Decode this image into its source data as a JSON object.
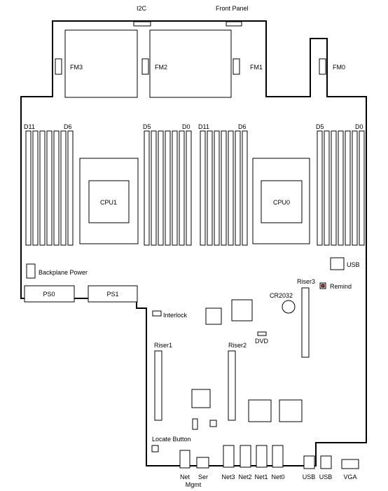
{
  "connectors": {
    "i2c": "I2C",
    "front_panel": "Front Panel"
  },
  "fans": [
    "FM3",
    "FM2",
    "FM1",
    "FM0"
  ],
  "dimm_labels": {
    "cpu1_left_start": "D11",
    "cpu1_left_end": "D6",
    "cpu1_right_start": "D5",
    "cpu1_right_end": "D0",
    "cpu0_left_start": "D11",
    "cpu0_left_end": "D6",
    "cpu0_right_start": "D5",
    "cpu0_right_end": "D0"
  },
  "cpus": [
    "CPU1",
    "CPU0"
  ],
  "backplane_power": "Backplane Power",
  "power_supplies": [
    "PS0",
    "PS1"
  ],
  "usb_internal": "USB",
  "remind": "Remind",
  "cr2032": "CR2032",
  "risers": [
    "Riser1",
    "Riser2",
    "Riser3"
  ],
  "interlock": "Interlock",
  "dvd": "DVD",
  "locate_button": "Locate Button",
  "rear_ports": {
    "net_mgmt": [
      "Net",
      "Mgmt"
    ],
    "ser": "Ser",
    "net3": "Net3",
    "net2": "Net2",
    "net1": "Net1",
    "net0": "Net0",
    "usb_a": "USB",
    "usb_b": "USB",
    "vga": "VGA"
  },
  "colors": {
    "remind_led": "#e03030",
    "component_fill": "#d0d0d0",
    "outline": "#000000"
  }
}
